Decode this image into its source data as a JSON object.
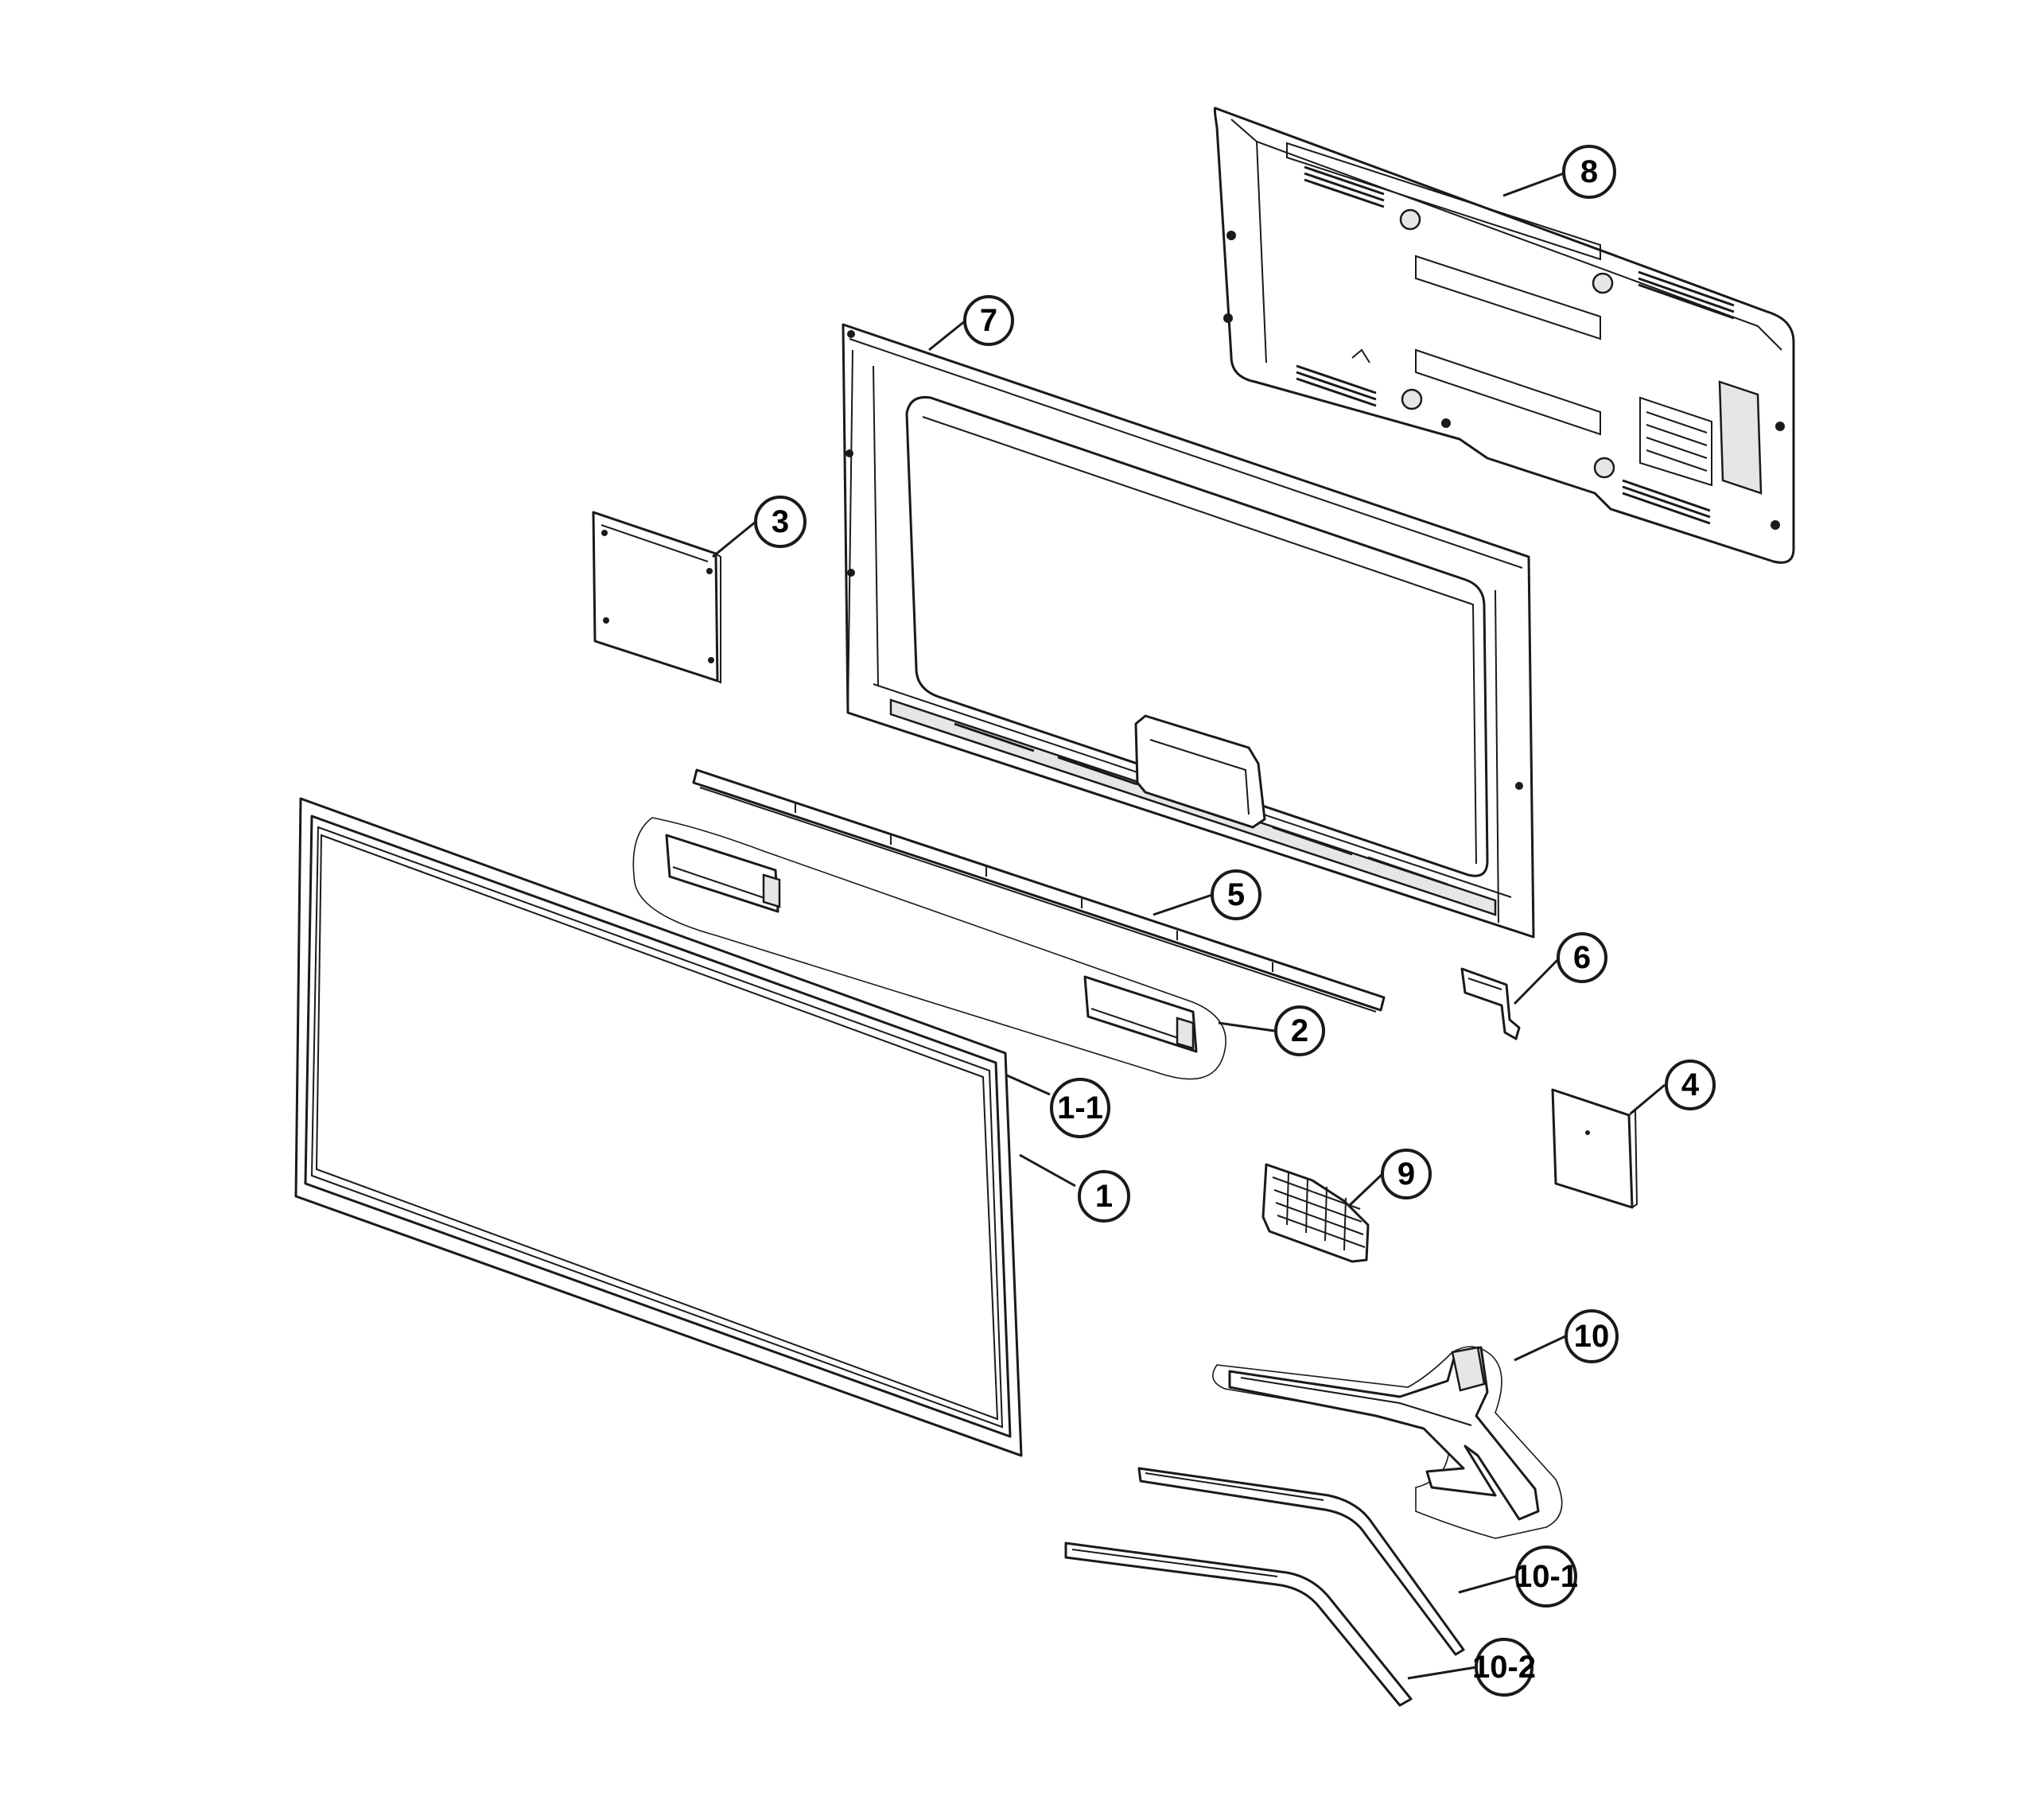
{
  "callouts": [
    {
      "id": "c8",
      "label": "8"
    },
    {
      "id": "c7",
      "label": "7"
    },
    {
      "id": "c3",
      "label": "3"
    },
    {
      "id": "c5",
      "label": "5"
    },
    {
      "id": "c6",
      "label": "6"
    },
    {
      "id": "c2",
      "label": "2"
    },
    {
      "id": "c1-1",
      "label": "1-1"
    },
    {
      "id": "c4",
      "label": "4"
    },
    {
      "id": "c1",
      "label": "1"
    },
    {
      "id": "c9",
      "label": "9"
    },
    {
      "id": "c10",
      "label": "10"
    },
    {
      "id": "c10-1",
      "label": "10-1"
    },
    {
      "id": "c10-2",
      "label": "10-2"
    }
  ]
}
